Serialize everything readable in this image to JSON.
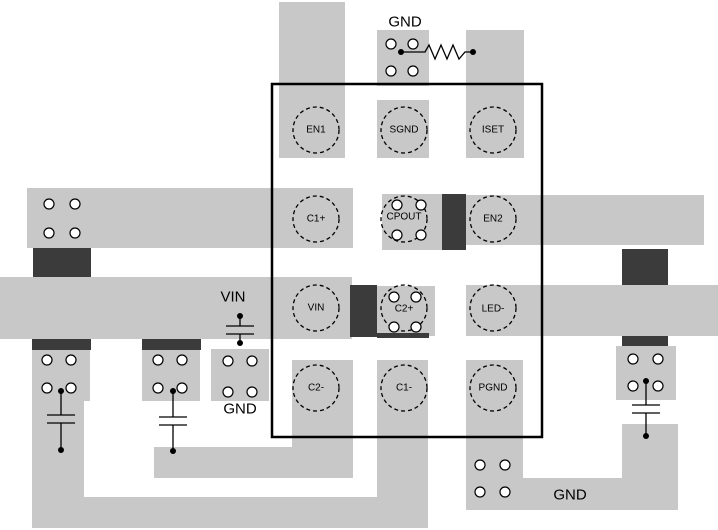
{
  "labels": {
    "gnd_top": "GND",
    "vin": "VIN",
    "gnd_mid": "GND",
    "gnd_bottom": "GND"
  },
  "pins": {
    "en1": "EN1",
    "sgnd": "SGND",
    "iset": "ISET",
    "c1_plus": "C1+",
    "cpout": "CPOUT",
    "en2": "EN2",
    "vin": "VIN",
    "c2_plus": "C2+",
    "led_minus": "LED-",
    "c2_minus": "C2-",
    "c1_minus": "C1-",
    "pgnd": "PGND"
  },
  "colors": {
    "copper": "#c8c8c8",
    "dark_pad": "#3b3b3b",
    "outline": "#000000",
    "background": "#ffffff"
  }
}
